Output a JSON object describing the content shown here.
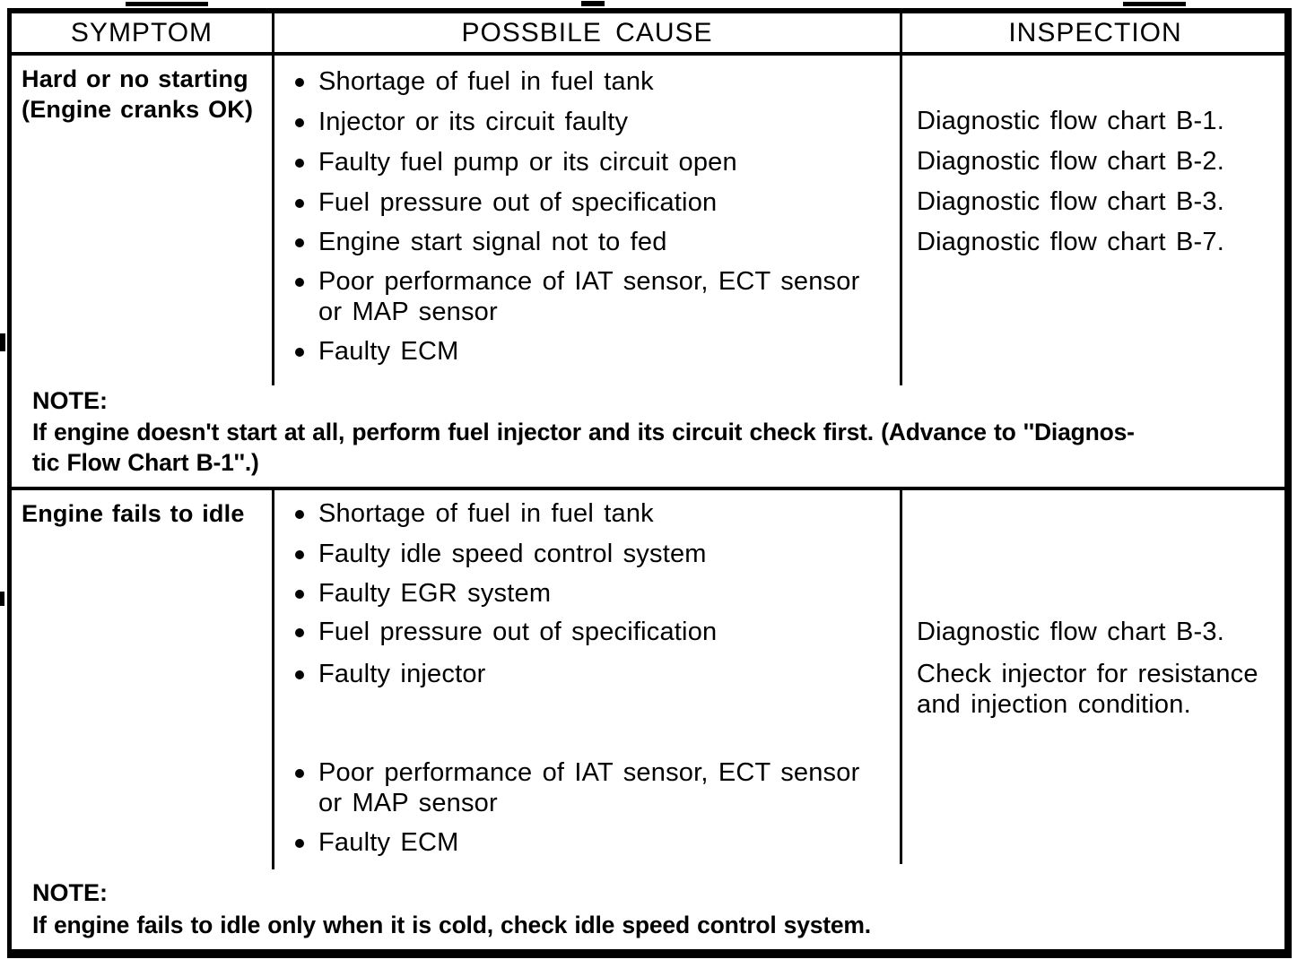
{
  "document": {
    "type": "engine-diagnosis-symptom-table"
  },
  "header": {
    "symptom": "SYMPTOM",
    "cause": "POSSBILE CAUSE",
    "inspection": "INSPECTION"
  },
  "sections": [
    {
      "symptom_lines": [
        "Hard or no starting",
        "(Engine cranks OK)"
      ],
      "causes": [
        {
          "text": "Shortage of fuel in fuel tank"
        },
        {
          "text": "Injector or its circuit faulty"
        },
        {
          "text": "Faulty fuel pump or its circuit open"
        },
        {
          "text": "Fuel pressure out of specification"
        },
        {
          "text": "Engine start signal not to fed"
        },
        {
          "text": "Poor performance of IAT sensor, ECT sensor"
        },
        {
          "text": "or MAP sensor"
        },
        {
          "text": "Faulty ECM"
        }
      ],
      "inspections": [
        "Diagnostic flow chart B-1.",
        "Diagnostic flow chart B-2.",
        "Diagnostic flow chart B-3.",
        "Diagnostic flow chart B-7."
      ],
      "note_label": "NOTE:",
      "note_lines": [
        "If engine doesn't start at all, perform fuel injector and its circuit check first. (Advance to ''Diagnos-",
        "tic Flow Chart B-1''.)"
      ]
    },
    {
      "symptom_lines": [
        "Engine fails to idle"
      ],
      "causes": [
        {
          "text": "Shortage of fuel in fuel tank"
        },
        {
          "text": "Faulty idle speed control system"
        },
        {
          "text": "Faulty EGR system"
        },
        {
          "text": "Fuel pressure out of specification"
        },
        {
          "text": "Faulty injector"
        },
        {
          "text": "Poor performance of IAT sensor, ECT sensor"
        },
        {
          "text": "or MAP sensor"
        },
        {
          "text": "Faulty ECM"
        }
      ],
      "inspections": [
        "Diagnostic flow chart B-3.",
        "Check injector for resistance",
        "and injection condition."
      ],
      "note_label": "NOTE:",
      "note_lines": [
        "If engine fails to idle only when it is cold, check idle speed control system."
      ]
    }
  ],
  "colors": {
    "ink": "#000000",
    "paper": "#ffffff"
  }
}
